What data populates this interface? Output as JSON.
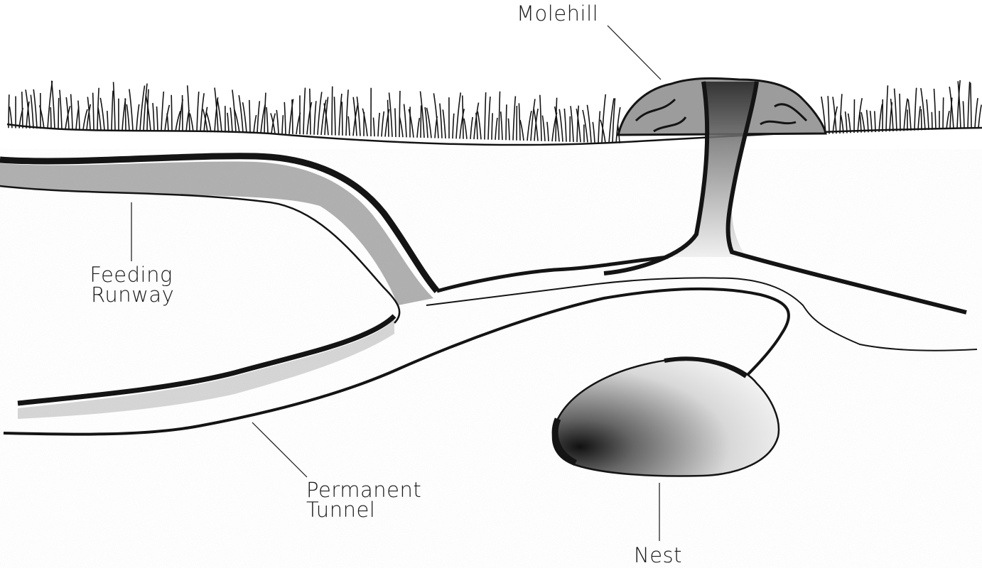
{
  "labels": {
    "molehill": "Molehill",
    "feeding_runway": [
      "Feeding",
      "Runway"
    ],
    "permanent_tunnel": [
      "Permanent",
      "Tunnel"
    ],
    "nest": "Nest"
  },
  "colors": {
    "ink": "#141414",
    "background": "#ffffff",
    "shade": "#8a8a8a"
  }
}
